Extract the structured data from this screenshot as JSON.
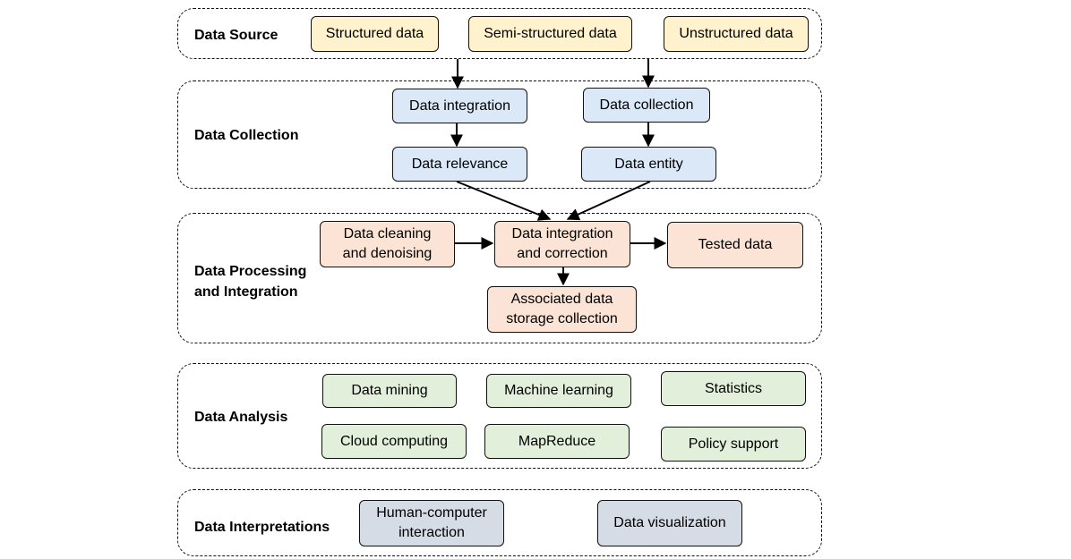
{
  "stages": {
    "source": {
      "label": "Data Source",
      "items": [
        "Structured data",
        "Semi-structured data",
        "Unstructured data"
      ]
    },
    "collection": {
      "label": "Data Collection",
      "items": [
        "Data integration",
        "Data collection",
        "Data relevance",
        "Data entity"
      ]
    },
    "processing": {
      "label": "Data Processing\nand Integration",
      "items": [
        "Data cleaning\nand denoising",
        "Data integration\nand correction",
        "Tested data",
        "Associated data\nstorage collection"
      ]
    },
    "analysis": {
      "label": "Data Analysis",
      "items": [
        "Data mining",
        "Machine learning",
        "Statistics",
        "Cloud computing",
        "MapReduce",
        "Policy support"
      ]
    },
    "interpretation": {
      "label": "Data Interpretations",
      "items": [
        "Human-computer\ninteraction",
        "Data visualization"
      ]
    }
  },
  "colors": {
    "source": "#fff2cc",
    "collection": "#dae8f7",
    "processing": "#fbe4d5",
    "analysis": "#e2efda",
    "interpretation": "#d6dce5"
  }
}
